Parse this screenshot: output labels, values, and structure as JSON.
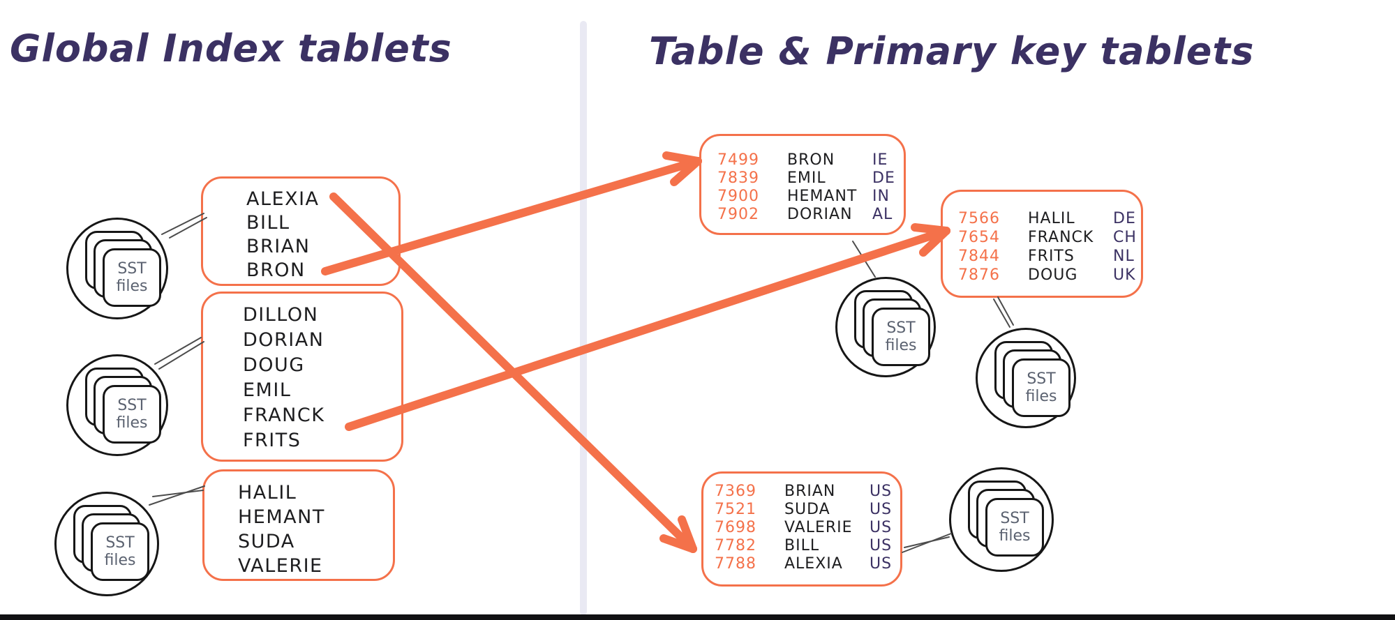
{
  "titles": {
    "left": "Global Index tablets",
    "right": "Table & Primary key tablets"
  },
  "sst_label": {
    "line1": "SST",
    "line2": "files"
  },
  "index_tablets": [
    {
      "names": [
        "ALEXIA",
        "BILL",
        "BRIAN",
        "BRON"
      ]
    },
    {
      "names": [
        "DILLON",
        "DORIAN",
        "DOUG",
        "EMIL",
        "FRANCK",
        "FRITS"
      ]
    },
    {
      "names": [
        "HALIL",
        "HEMANT",
        "SUDA",
        "VALERIE"
      ]
    }
  ],
  "table_tablets": [
    {
      "rows": [
        [
          "7499",
          "BRON",
          "IE"
        ],
        [
          "7839",
          "EMIL",
          "DE"
        ],
        [
          "7900",
          "HEMANT",
          "IN"
        ],
        [
          "7902",
          "DORIAN",
          "AL"
        ]
      ]
    },
    {
      "rows": [
        [
          "7566",
          "HALIL",
          "DE"
        ],
        [
          "7654",
          "FRANCK",
          "CH"
        ],
        [
          "7844",
          "FRITS",
          "NL"
        ],
        [
          "7876",
          "DOUG",
          "UK"
        ]
      ]
    },
    {
      "rows": [
        [
          "7369",
          "BRIAN",
          "US"
        ],
        [
          "7521",
          "SUDA",
          "US"
        ],
        [
          "7698",
          "VALERIE",
          "US"
        ],
        [
          "7782",
          "BILL",
          "US"
        ],
        [
          "7788",
          "ALEXIA",
          "US"
        ]
      ]
    }
  ],
  "arrows": [
    {
      "from": "BRON (global index tablet 1)",
      "to": "primary key tablet 1"
    },
    {
      "from": "ALEXIA (global index tablet 1)",
      "to": "primary key tablet 3"
    },
    {
      "from": "FRANCK (global index tablet 2)",
      "to": "primary key tablet 2"
    }
  ],
  "colors": {
    "accent_orange": "#f4714a",
    "ink_black": "#1d1d1f",
    "navy_purple": "#3b3163",
    "divider_gray": "#e9e9f3",
    "sst_text_gray": "#5b6270"
  }
}
